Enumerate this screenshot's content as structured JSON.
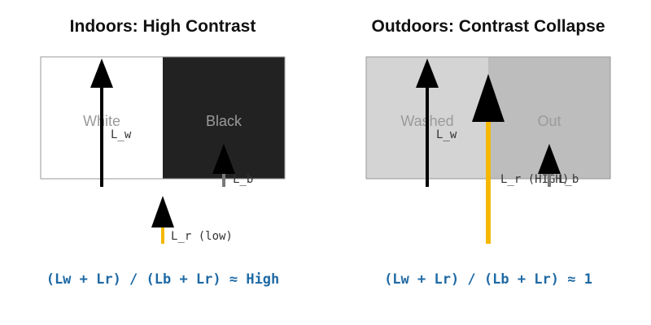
{
  "panels": [
    {
      "title": "Indoors: High Contrast",
      "left_label": "White",
      "right_label": "Black",
      "lw_label": "L_w",
      "lb_label": "L_b",
      "lr_label": "L_r (low)",
      "formula": "(Lw + Lr) / (Lb + Lr) ≈ High",
      "colors": {
        "left_fill": "#ffffff",
        "right_fill": "#222222",
        "white_arrow": "#000000",
        "black_arrow": "#7a7a7a",
        "reflect_arrow": "#f5b800"
      }
    },
    {
      "title": "Outdoors: Contrast Collapse",
      "left_label": "Washed",
      "right_label": "Out",
      "lw_label": "L_w",
      "lb_label": "L_b",
      "lr_label": "L_r (HIGH)",
      "formula": "(Lw + Lr) / (Lb + Lr) ≈ 1",
      "colors": {
        "left_fill": "#d4d4d4",
        "right_fill": "#bdbdbd",
        "white_arrow": "#000000",
        "black_arrow": "#7a7a7a",
        "reflect_arrow": "#f5b800"
      }
    }
  ]
}
